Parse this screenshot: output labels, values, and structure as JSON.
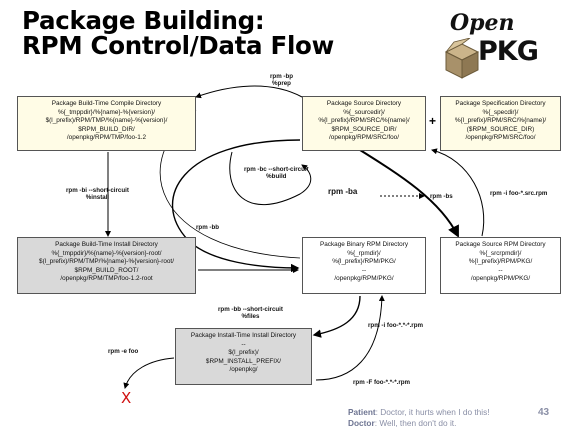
{
  "title": {
    "line1": "Package Building:",
    "line2": "RPM Control/Data Flow"
  },
  "logo": {
    "word1": "Open",
    "word2": "PKG"
  },
  "boxes": {
    "build_compile": [
      "Package Build-Time Compile Directory",
      "%{_tmppdir}/%{name}-%{version}/",
      "$(l_prefix)/RPM/TMP/%{name}-%{version}/",
      "$RPM_BUILD_DIR/",
      "/openpkg/RPM/TMP/foo-1.2"
    ],
    "source_dir": [
      "Package Source Directory",
      "%{_sourcedir}/",
      "%{l_prefix}/RPM/SRC/%{name}/",
      "$RPM_SOURCE_DIR/",
      "/openpkg/RPM/SRC/foo/"
    ],
    "spec_dir": [
      "Package Specification Directory",
      "%{_specdir}/",
      "%{l_prefix}/RPM/SRC/%{name}/",
      "($RPM_SOURCE_DIR)",
      "/openpkg/RPM/SRC/foo/"
    ],
    "build_install": [
      "Package Build-Time Install Directory",
      "%{_tmppdir}/%{name}-%{version}-root/",
      "$(l_prefix)/RPM/TMP/%{name}-%{version}-root/",
      "$RPM_BUILD_ROOT/",
      "/openpkg/RPM/TMP/foo-1.2-root"
    ],
    "binary_rpm": [
      "Package Binary RPM Directory",
      "%{_rpmdir}/",
      "%{l_prefix}/RPM/PKG/",
      "--",
      "/openpkg/RPM/PKG/"
    ],
    "source_rpm": [
      "Package Source RPM Directory",
      "%{_srcrpmdir}/",
      "%{l_prefix}/RPM/PKG/",
      "--",
      "/openpkg/RPM/PKG/"
    ],
    "install_time": [
      "Package Install-Time Install Directory",
      "--",
      "$(l_prefix)/",
      "$RPM_INSTALL_PREFIX/",
      "/openpkg/"
    ]
  },
  "labels": {
    "bp": [
      "rpm -bp",
      "%prep"
    ],
    "bc": [
      "rpm -bc --short-circuit",
      "%build"
    ],
    "bi": [
      "rpm -bi --short-circuit",
      "%install"
    ],
    "bb": "rpm -bb",
    "ba": "rpm -ba",
    "bs": "rpm -bs",
    "ifoo_src": "rpm -i foo-*.src.rpm",
    "bb_sc": [
      "rpm -bb --short-circuit",
      "%files"
    ],
    "ifoo_rpm": "rpm -i foo-*.*-*.rpm",
    "e_foo": "rpm -e foo",
    "Ffoo_rpm": "rpm -F foo-*.*-*.rpm",
    "plus": "+",
    "x_mark": "X"
  },
  "quote": {
    "patient_label": "Patient",
    "patient_text": ": Doctor, it hurts when I do this!",
    "doctor_label": "Doctor",
    "doctor_text": ":  Well, then don't do it."
  },
  "page_number": "43",
  "colors": {
    "yellow_box": "#fffce6",
    "grey_box": "#d9d9d9",
    "x_mark": "#d01010",
    "quote": "#8a8fa6"
  }
}
